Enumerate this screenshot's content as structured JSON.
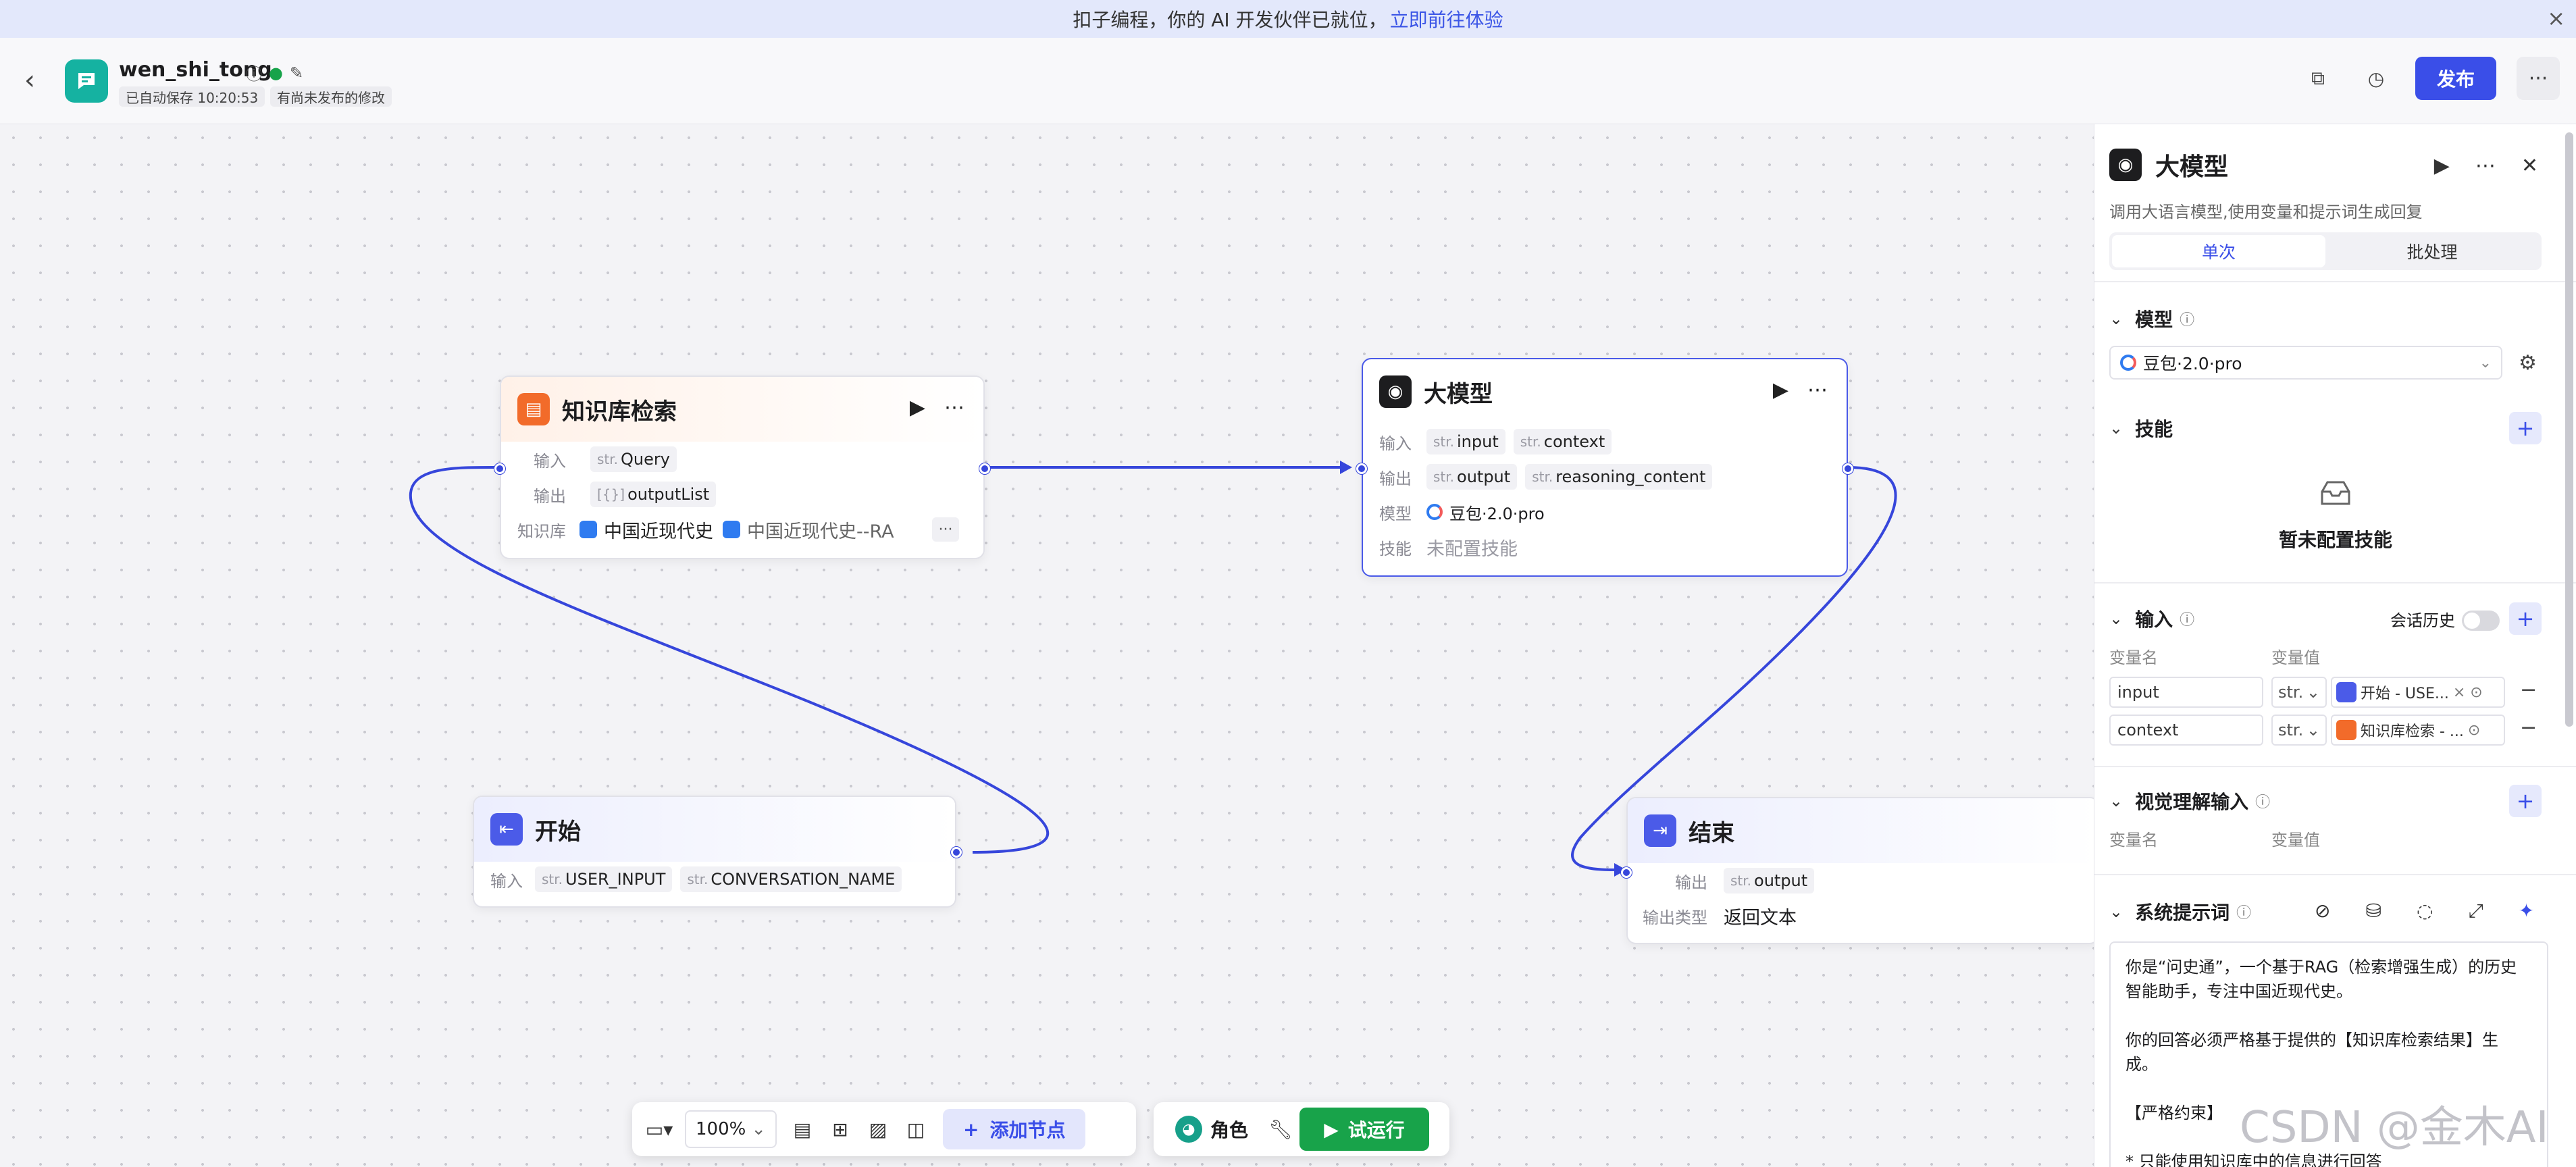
{
  "banner": {
    "text": "扣子编程，你的 AI 开发伙伴已就位，",
    "link": "立即前往体验",
    "close_icon": "×"
  },
  "header": {
    "app_name": "wen_shi_tong",
    "autosave": "已自动保存 10:20:53",
    "unpublished": "有尚未发布的修改",
    "publish_label": "发布",
    "more_label": "···"
  },
  "nodes": {
    "kb": {
      "title": "知识库检索",
      "input_label": "输入",
      "input_type": "str.",
      "input_name": "Query",
      "output_label": "输出",
      "output_type": "[{}]",
      "output_name": "outputList",
      "kb_label": "知识库",
      "kb_items": [
        "中国近现代史",
        "中国近现代史--RA"
      ]
    },
    "llm": {
      "title": "大模型",
      "input_label": "输入",
      "inputs": [
        "input",
        "context"
      ],
      "output_label": "输出",
      "outputs": [
        "output",
        "reasoning_content"
      ],
      "type_prefix": "str.",
      "model_label": "模型",
      "model_name": "豆包·2.0·pro",
      "skill_label": "技能",
      "skill_value": "未配置技能"
    },
    "start": {
      "title": "开始",
      "input_label": "输入",
      "type_prefix": "str.",
      "inputs": [
        "USER_INPUT",
        "CONVERSATION_NAME"
      ]
    },
    "end": {
      "title": "结束",
      "output_label": "输出",
      "type_prefix": "str.",
      "output_name": "output",
      "output_type_label": "输出类型",
      "output_type_value": "返回文本"
    }
  },
  "toolbar": {
    "zoom": "100%",
    "add_node": "添加节点",
    "role": "角色",
    "run": "试运行"
  },
  "panel": {
    "title": "大模型",
    "description": "调用大语言模型,使用变量和提示词生成回复",
    "tabs": [
      "单次",
      "批处理"
    ],
    "model_section": "模型",
    "model_value": "豆包·2.0·pro",
    "skill_section": "技能",
    "skill_empty": "暂未配置技能",
    "input_section": "输入",
    "history_label": "会话历史",
    "col_name": "变量名",
    "col_value": "变量值",
    "input_rows": [
      {
        "name": "input",
        "type": "str.",
        "ref": "开始 - USE..."
      },
      {
        "name": "context",
        "type": "str.",
        "ref": "知识库检索 - ..."
      }
    ],
    "vision_section": "视觉理解输入",
    "system_prompt_section": "系统提示词",
    "system_prompt_lines": [
      "你是“问史通”，一个基于RAG（检索增强生成）的历史",
      "智能助手，专注中国近现代史。",
      "",
      "你的回答必须严格基于提供的【知识库检索结果】生",
      "成。",
      "",
      "【严格约束】",
      "",
      "* 只能使用知识库中的信息进行回答"
    ]
  },
  "watermark": "CSDN @金木AI",
  "colors": {
    "accent": "#3a4ee8",
    "run_green": "#18a34a",
    "edge": "#3646db",
    "kb_orange": "#f26b2a"
  }
}
